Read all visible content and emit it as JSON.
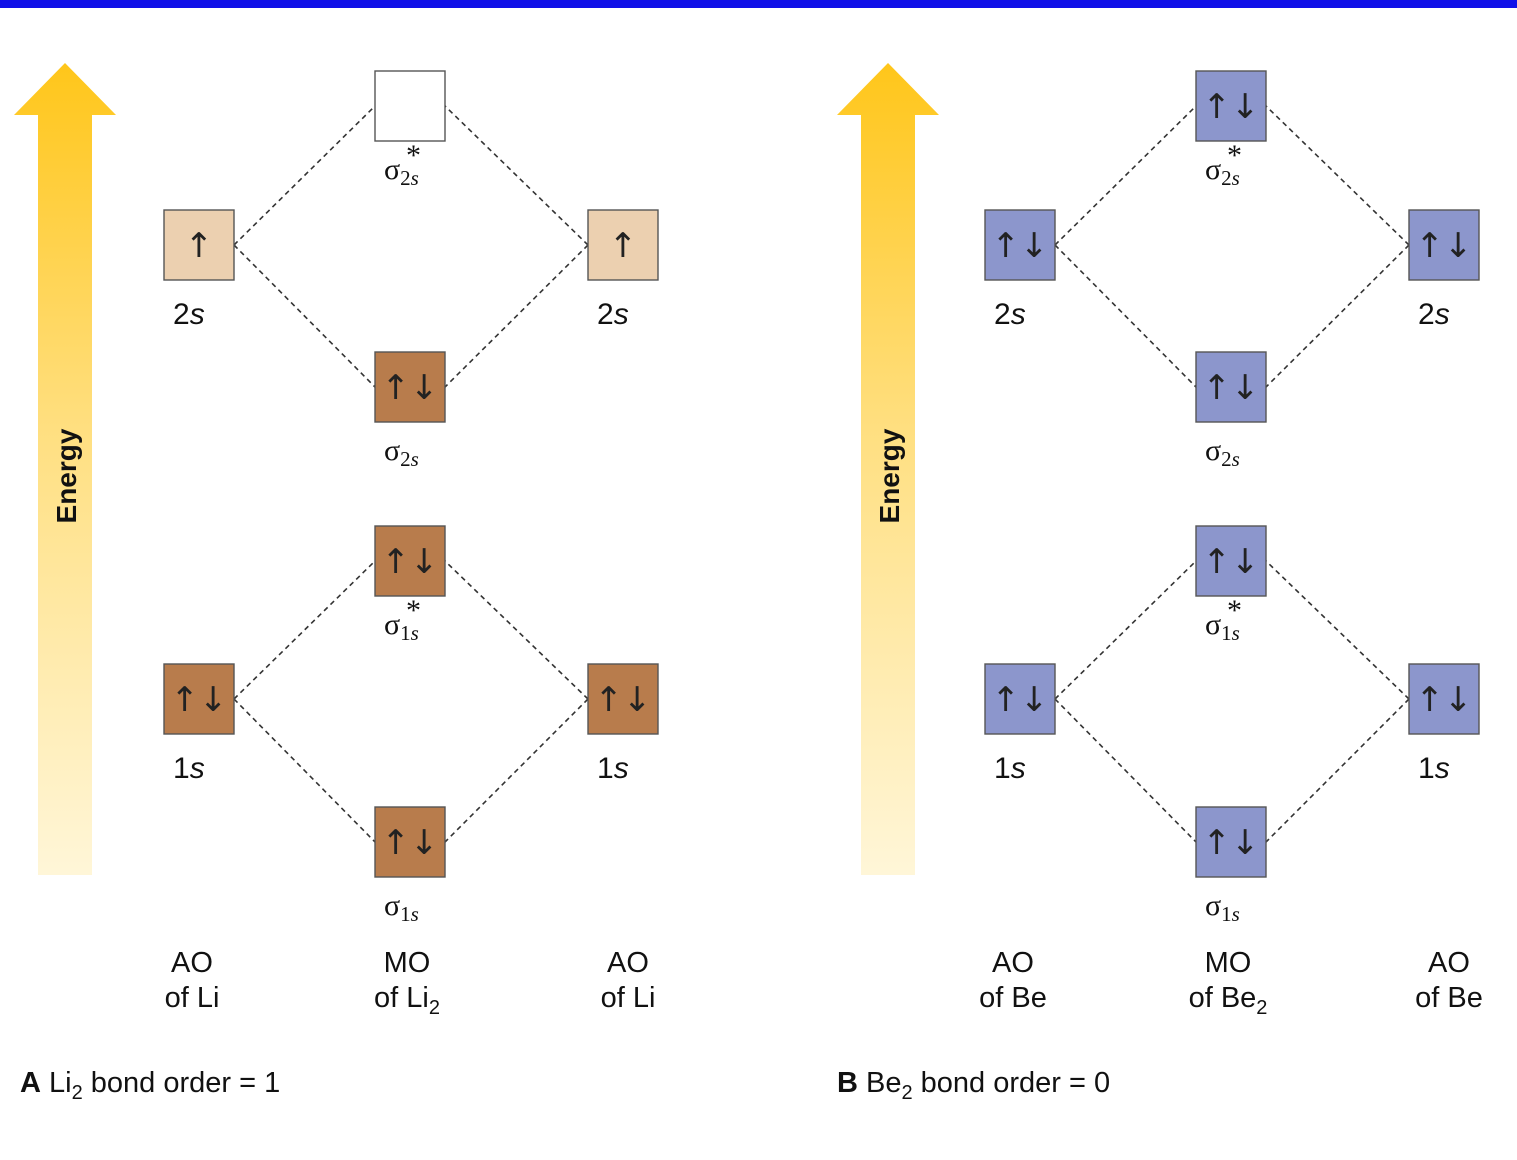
{
  "colors": {
    "top_bar": "#1010e8",
    "li_ao_2s": "#ecd0b0",
    "li_filled": "#b87c4c",
    "be_filled": "#8c96cc",
    "empty": "#ffffff",
    "energy_arrow": "#ffcc33"
  },
  "panels": [
    {
      "id": "A",
      "energy_label": "Energy",
      "ao_left": [
        {
          "label": "2s",
          "electrons": "↑",
          "color": "#ecd0b0"
        },
        {
          "label": "1s",
          "electrons": "↑↓",
          "color": "#b87c4c"
        }
      ],
      "ao_right": [
        {
          "label": "2s",
          "electrons": "↑",
          "color": "#ecd0b0"
        },
        {
          "label": "1s",
          "electrons": "↑↓",
          "color": "#b87c4c"
        }
      ],
      "mo": [
        {
          "label": "σ",
          "sub": "2s",
          "star": true,
          "electrons": "",
          "color": "#ffffff"
        },
        {
          "label": "σ",
          "sub": "2s",
          "star": false,
          "electrons": "↑↓",
          "color": "#b87c4c"
        },
        {
          "label": "σ",
          "sub": "1s",
          "star": true,
          "electrons": "↑↓",
          "color": "#b87c4c"
        },
        {
          "label": "σ",
          "sub": "1s",
          "star": false,
          "electrons": "↑↓",
          "color": "#b87c4c"
        }
      ],
      "col_left": [
        "AO",
        "of Li"
      ],
      "col_mid": [
        "MO",
        "of Li",
        "2"
      ],
      "col_right": [
        "AO",
        "of Li"
      ],
      "caption": {
        "letter": "A",
        "text1": "Li",
        "sub": "2",
        "text2": " bond order = 1"
      }
    },
    {
      "id": "B",
      "energy_label": "Energy",
      "ao_left": [
        {
          "label": "2s",
          "electrons": "↑↓",
          "color": "#8c96cc"
        },
        {
          "label": "1s",
          "electrons": "↑↓",
          "color": "#8c96cc"
        }
      ],
      "ao_right": [
        {
          "label": "2s",
          "electrons": "↑↓",
          "color": "#8c96cc"
        },
        {
          "label": "1s",
          "electrons": "↑↓",
          "color": "#8c96cc"
        }
      ],
      "mo": [
        {
          "label": "σ",
          "sub": "2s",
          "star": true,
          "electrons": "↑↓",
          "color": "#8c96cc"
        },
        {
          "label": "σ",
          "sub": "2s",
          "star": false,
          "electrons": "↑↓",
          "color": "#8c96cc"
        },
        {
          "label": "σ",
          "sub": "1s",
          "star": true,
          "electrons": "↑↓",
          "color": "#8c96cc"
        },
        {
          "label": "σ",
          "sub": "1s",
          "star": false,
          "electrons": "↑↓",
          "color": "#8c96cc"
        }
      ],
      "col_left": [
        "AO",
        "of Be"
      ],
      "col_mid": [
        "MO",
        "of Be",
        "2"
      ],
      "col_right": [
        "AO",
        "of Be"
      ],
      "caption": {
        "letter": "B",
        "text1": "Be",
        "sub": "2",
        "text2": " bond order = 0"
      }
    }
  ]
}
